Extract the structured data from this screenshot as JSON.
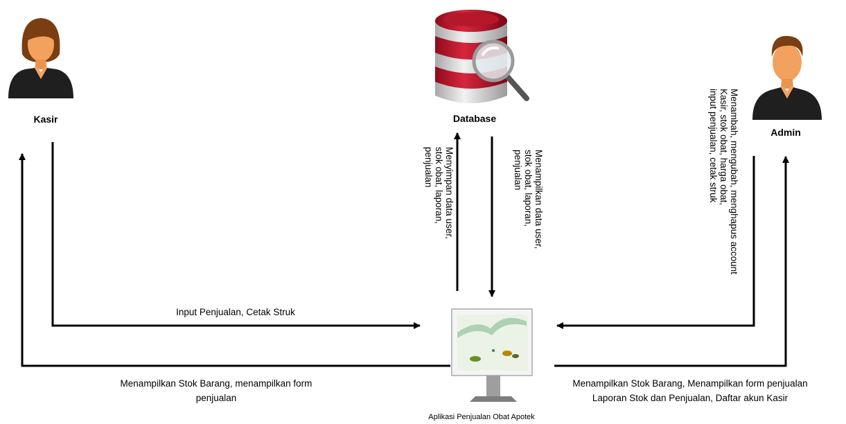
{
  "actors": {
    "kasir": {
      "label": "Kasir",
      "icon": "female-user-icon"
    },
    "database": {
      "label": "Database",
      "icon": "database-search-icon"
    },
    "admin": {
      "label": "Admin",
      "icon": "male-user-icon"
    }
  },
  "app": {
    "caption": "Aplikasi Penjualan Obat Apotek",
    "icon": "monitor-app-icon"
  },
  "flows": {
    "kasir_to_app": "Input Penjualan, Cetak Struk",
    "app_to_kasir": [
      "Menampilkan Stok Barang, menampilkan form",
      "penjualan"
    ],
    "app_to_db": [
      "Menyimpan data user,",
      "stok obat, laporan,",
      "penjualan"
    ],
    "db_to_app": [
      "Menampilkan data user,",
      "stok obat, laporan,",
      "penjualan"
    ],
    "admin_to_app": [
      "Menambah, mengubah, menghapus account",
      "Kasir, stok obat, harga obat,",
      "input penjualan, cetak struk"
    ],
    "app_to_admin": [
      "Menampilkan Stok Barang, Menampilkan form penjualan",
      "Laporan Stok dan Penjualan, Daftar akun Kasir"
    ]
  },
  "colors": {
    "arrow": "#000000",
    "db_red": "#c8102e",
    "db_silver": "#d9d9d9",
    "skin": "#f4a460",
    "hair": "#8b4513"
  }
}
